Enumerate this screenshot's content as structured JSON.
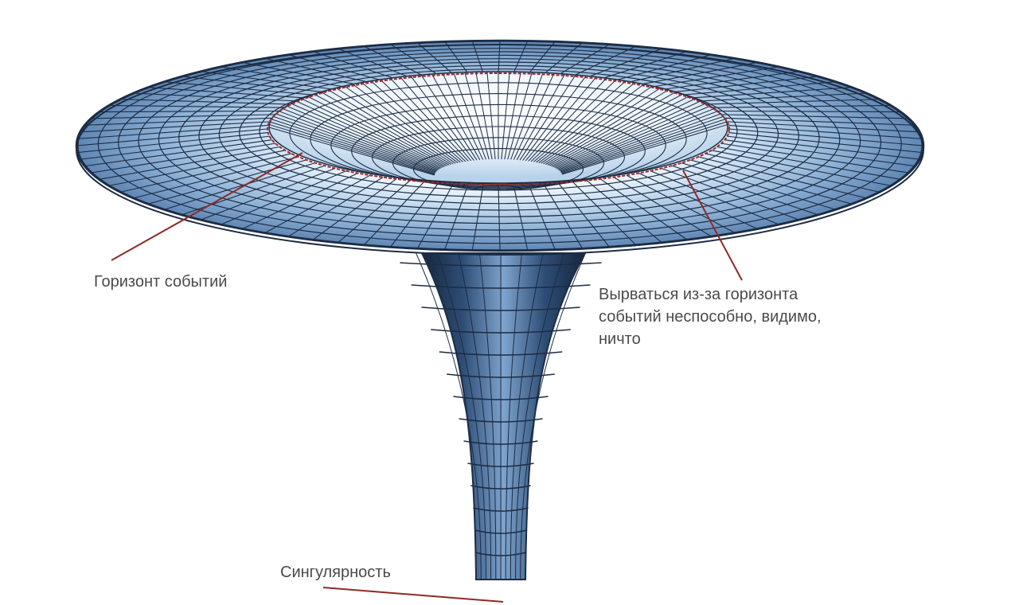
{
  "labels": {
    "event_horizon": "Горизонт событий",
    "escape": "Вырваться из-за горизонта\nсобытий неспособно, видимо,\nничто",
    "singularity": "Сингулярность"
  },
  "colors": {
    "grid_line": "#1c2c44",
    "surface_light": "#dcebf8",
    "surface_mid": "#7ea4cd",
    "surface_dark": "#1e3553",
    "horizon_ring": "#9b2a2a",
    "leader_line": "#8c2a2a",
    "label_text": "#4a4a4a"
  }
}
